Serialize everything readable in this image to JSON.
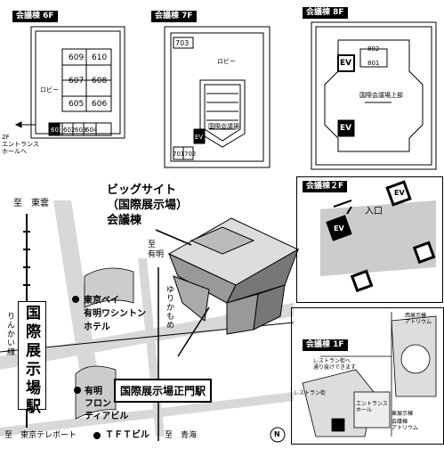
{
  "floors": {
    "f6": {
      "title": "会議棟 6F",
      "rooms": [
        "609",
        "610",
        "607",
        "608",
        "605",
        "606",
        "601",
        "602",
        "603",
        "604"
      ],
      "lobby": "ロビー",
      "exit_label": "2F\nエントランス\nホールへ"
    },
    "f7": {
      "title": "会議棟 7F",
      "rooms": [
        "703",
        "701",
        "702"
      ],
      "lobby": "ロビー",
      "hall": "国際会議場",
      "ev": "EV"
    },
    "f8": {
      "title": "会議棟 8F",
      "rooms": [
        "802",
        "801"
      ],
      "hall": "国際会議場上部",
      "ev_top": "EV",
      "ev_bottom": "EV"
    },
    "f2": {
      "title": "会議棟２F",
      "ev_top": "EV",
      "ev_main": "EV",
      "entrance": "入口"
    },
    "f1": {
      "title": "会議棟 1F",
      "note": "レストラン街へ\n通り抜けできます",
      "west_bldg": "西展示棟\nアトリウム",
      "restaurant": "レストラン街",
      "restaurant2": "エントランス\nホール",
      "east": "東展示棟",
      "pay_area": "会議棟\nアトリウム"
    }
  },
  "map": {
    "building_name": "ビッグサイト\n（国際展示場）\n会議棟",
    "station_main": "国際展示場駅",
    "station_main_label": "国際展示場正門駅",
    "line_rinkai": "りんかい線",
    "line_yurikamome": "ゆりかもめ",
    "to_tokyo_kumo": "至　東雲",
    "to_ariake_left": "至\n有明",
    "to_teleport": "至　東京テレポート",
    "to_aomi": "至　青海",
    "hotel_1": "東京ベイ\n有明ワシントン\nホテル",
    "hotel_2": "有明\nフロン\nティアビル",
    "tft": "ＴＦＴビル",
    "compass": "N"
  }
}
